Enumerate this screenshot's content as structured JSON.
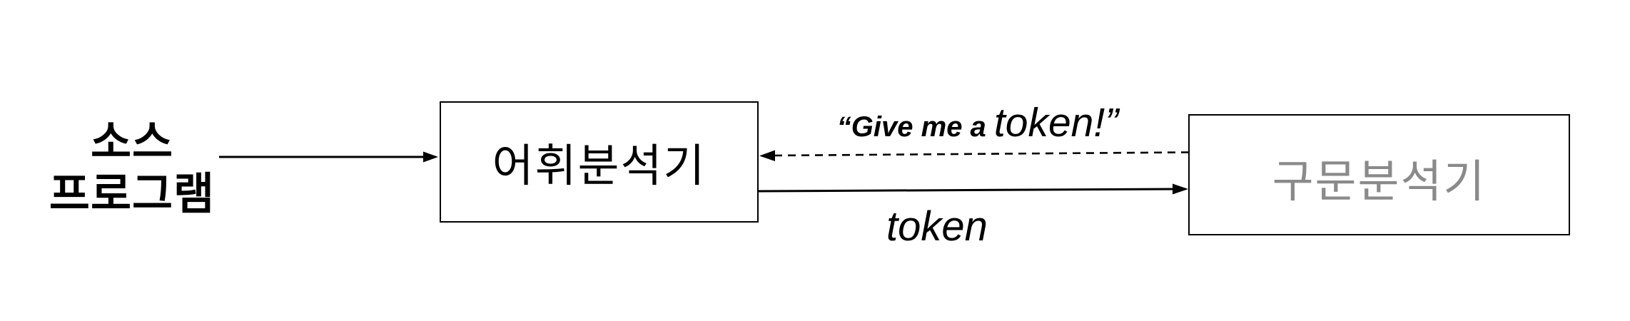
{
  "diagram": {
    "source_label": {
      "line1": "소스",
      "line2": "프로그램"
    },
    "lexer_box": {
      "label": "어휘분석기"
    },
    "parser_box": {
      "label": "구문분석기"
    },
    "input_arrow": {
      "style": "solid",
      "direction": "source-to-lexer"
    },
    "request_arrow": {
      "style": "dashed",
      "direction": "parser-to-lexer",
      "label_small": "“Give me a ",
      "label_large": "token!”"
    },
    "token_arrow": {
      "style": "solid",
      "direction": "lexer-to-parser",
      "label": "token"
    },
    "colors": {
      "line": "#000000",
      "box_border": "#000000",
      "lexer_text": "#000000",
      "parser_text": "#8a8a8a",
      "background": "#ffffff"
    }
  }
}
